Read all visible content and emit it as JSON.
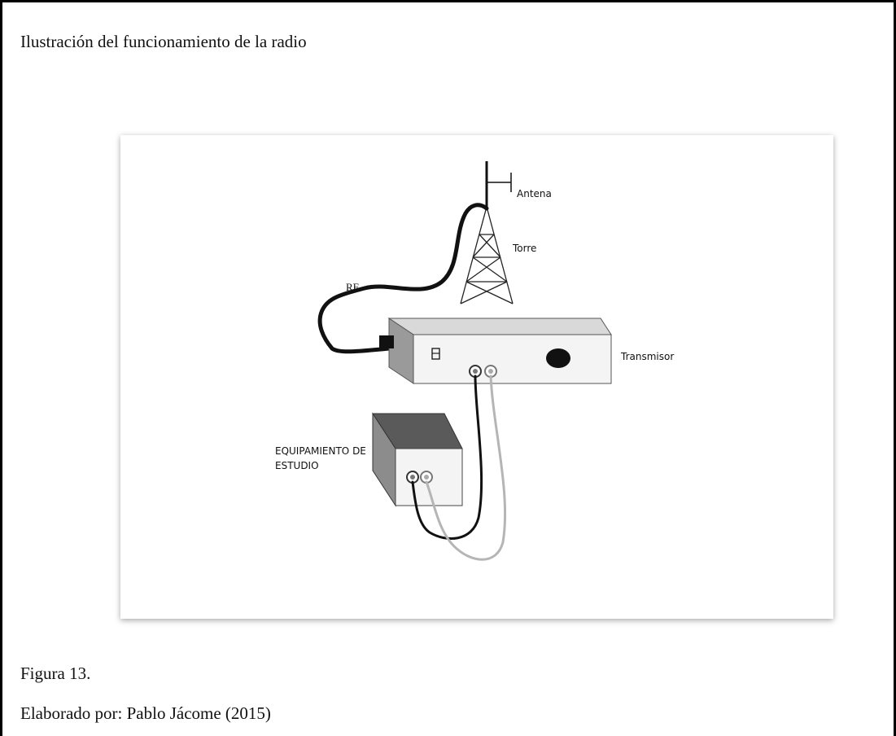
{
  "page": {
    "title": "Ilustración del funcionamiento de la radio",
    "figure_label": "Figura 13.",
    "credit": "Elaborado por: Pablo Jácome (2015)"
  },
  "diagram": {
    "labels": {
      "antenna": "Antena",
      "tower": "Torre",
      "rf": "RF",
      "transmitter": "Transmisor",
      "studio_line1": "EQUIPAMIENTO DE",
      "studio_line2": "ESTUDIO"
    },
    "colors": {
      "cable_dark": "#111111",
      "cable_light": "#b5b5b5",
      "box_front": "#f4f4f4",
      "box_top": "#d9d9d9",
      "box_side": "#9a9a9a",
      "studio_top": "#5a5a5a",
      "studio_side": "#8c8c8c"
    }
  }
}
